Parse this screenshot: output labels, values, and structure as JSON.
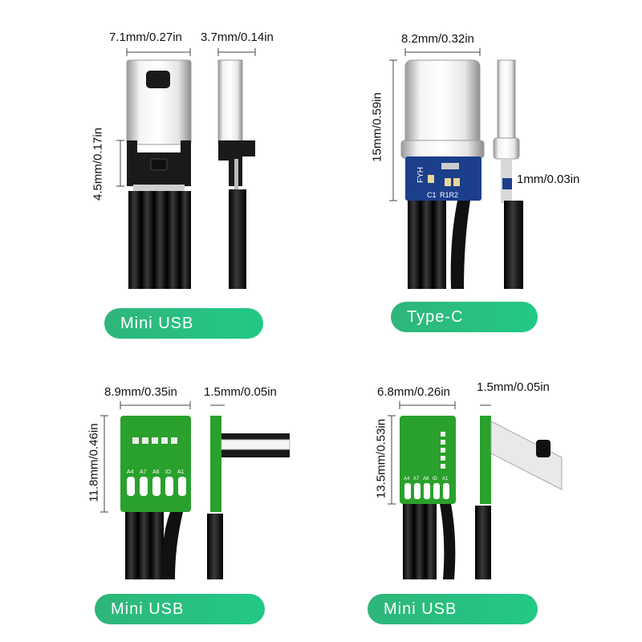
{
  "panels": {
    "top_left": {
      "dim_width": "7.1mm/0.27in",
      "dim_side": "3.7mm/0.14in",
      "dim_height": "4.5mm/0.17in",
      "label": "Mini USB"
    },
    "top_right": {
      "dim_width": "8.2mm/0.32in",
      "dim_height": "15mm/0.59in",
      "dim_side": "1mm/0.03in",
      "pcb_text_brand": "FYH",
      "pcb_text_c1": "C1",
      "pcb_text_r": "R1R2",
      "label": "Type-C"
    },
    "bottom_left": {
      "dim_width": "8.9mm/0.35in",
      "dim_side": "1.5mm/0.05in",
      "dim_height": "11.8mm/0.46in",
      "pins": [
        "A4",
        "A7",
        "A6",
        "ID",
        "A1"
      ],
      "label": "Mini USB"
    },
    "bottom_right": {
      "dim_width": "6.8mm/0.26in",
      "dim_side": "1.5mm/0.05in",
      "dim_height": "13.5mm/0.53in",
      "pins": [
        "A4",
        "A7",
        "A6",
        "ID",
        "A1"
      ],
      "label": "Mini USB"
    }
  },
  "colors": {
    "accent_green": "#2bbd7e",
    "pcb_green": "#2aa12c",
    "pcb_blue": "#1c3f8c",
    "cable_black": "#111111"
  }
}
